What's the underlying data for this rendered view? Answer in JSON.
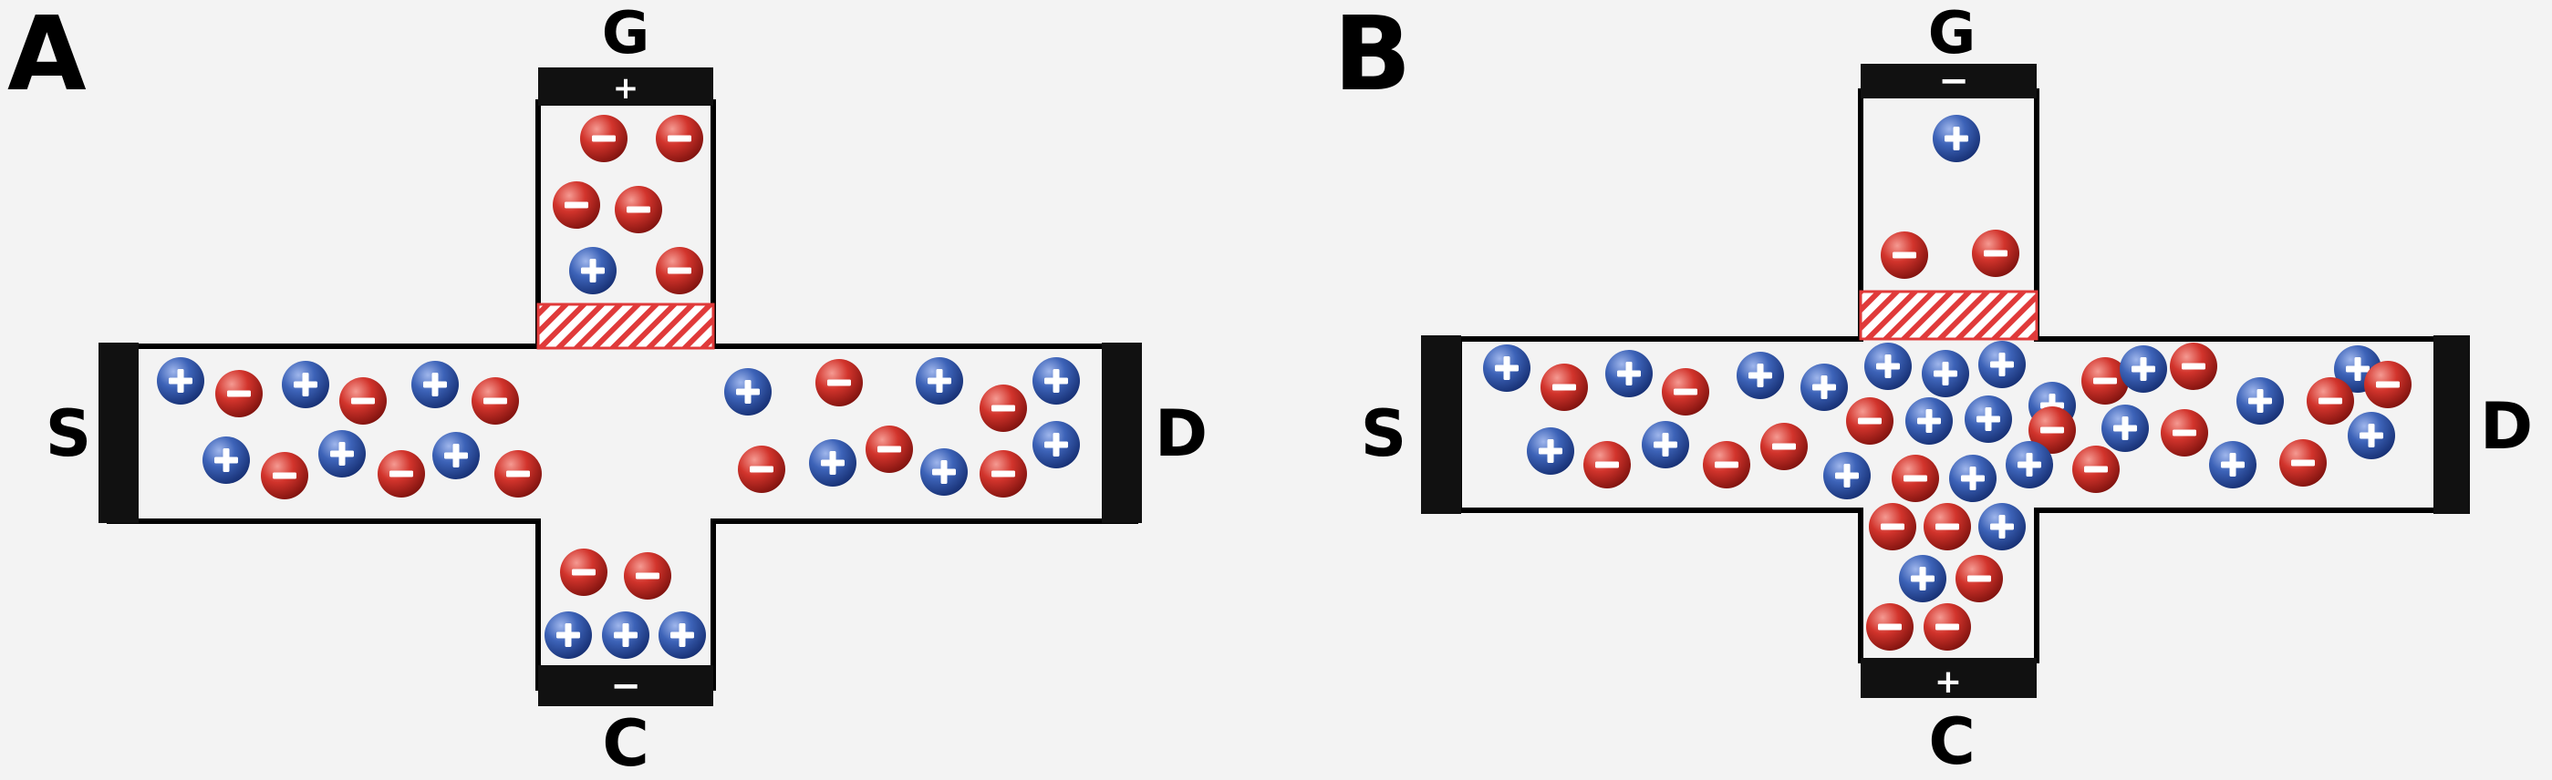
{
  "colors": {
    "background": "#f3f3f3",
    "outline": "#000000",
    "electrode": "#111111",
    "positive_ion": "#3d63b8",
    "negative_ion": "#d2342c",
    "gate_hatch": "#e03a3a"
  },
  "panels": [
    {
      "id": "A",
      "label": "A",
      "terminals": {
        "gate": "G",
        "source": "S",
        "drain": "D",
        "counter": "C"
      },
      "gate_sign": "+",
      "counter_sign": "−",
      "gate_chamber_ions": [
        "−",
        "−",
        "−",
        "−",
        "+",
        "−"
      ],
      "left_channel_ions": [
        "+",
        "−",
        "+",
        "−",
        "+",
        "−",
        "+",
        "−",
        "+",
        "−",
        "+",
        "−"
      ],
      "right_channel_ions": [
        "+",
        "−",
        "+",
        "−",
        "+",
        "−",
        "+",
        "−",
        "+",
        "−",
        "+"
      ],
      "counter_chamber_ions": [
        "−",
        "−",
        "+",
        "+",
        "+"
      ]
    },
    {
      "id": "B",
      "label": "B",
      "terminals": {
        "gate": "G",
        "source": "S",
        "drain": "D",
        "counter": "C"
      },
      "gate_sign": "−",
      "counter_sign": "+",
      "gate_chamber_ions": [
        "+",
        "−",
        "−"
      ],
      "channel_ions": [
        "+",
        "−",
        "+",
        "−",
        "+",
        "+",
        "+",
        "+",
        "+",
        "+",
        "−",
        "+",
        "−",
        "+",
        "−",
        "+",
        "−",
        "+",
        "−",
        "+",
        "−",
        "−",
        "−",
        "+",
        "+",
        "−",
        "+",
        "−",
        "+",
        "−",
        "+",
        "+",
        "−",
        "+",
        "+",
        "−",
        "−",
        "−",
        "+",
        "+",
        "−",
        "−",
        "−"
      ]
    }
  ]
}
